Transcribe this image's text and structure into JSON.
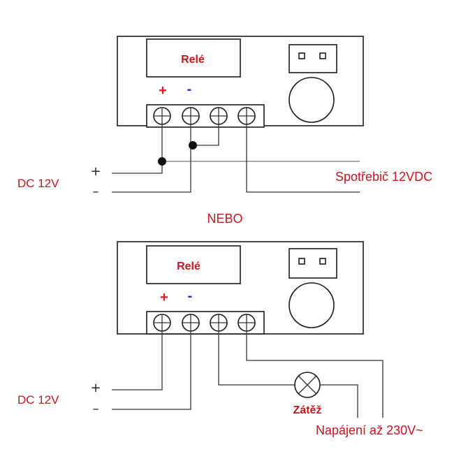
{
  "colors": {
    "label_red": "#c8141e",
    "plus_red": "#e0141e",
    "minus_blue": "#1a2fd0",
    "line": "#333333"
  },
  "top": {
    "relay_label": "Relé",
    "plus_mark": "+",
    "minus_mark": "-",
    "supply_label": "DC 12V",
    "supply_plus": "+",
    "supply_minus": "–",
    "load_label": "Spotřebič 12VDC"
  },
  "separator_label": "NEBO",
  "bottom": {
    "relay_label": "Relé",
    "plus_mark": "+",
    "minus_mark": "-",
    "supply_label": "DC 12V",
    "supply_plus": "+",
    "supply_minus": "–",
    "lamp_label": "Zátěž",
    "power_label": "Napájení až 230V~"
  }
}
